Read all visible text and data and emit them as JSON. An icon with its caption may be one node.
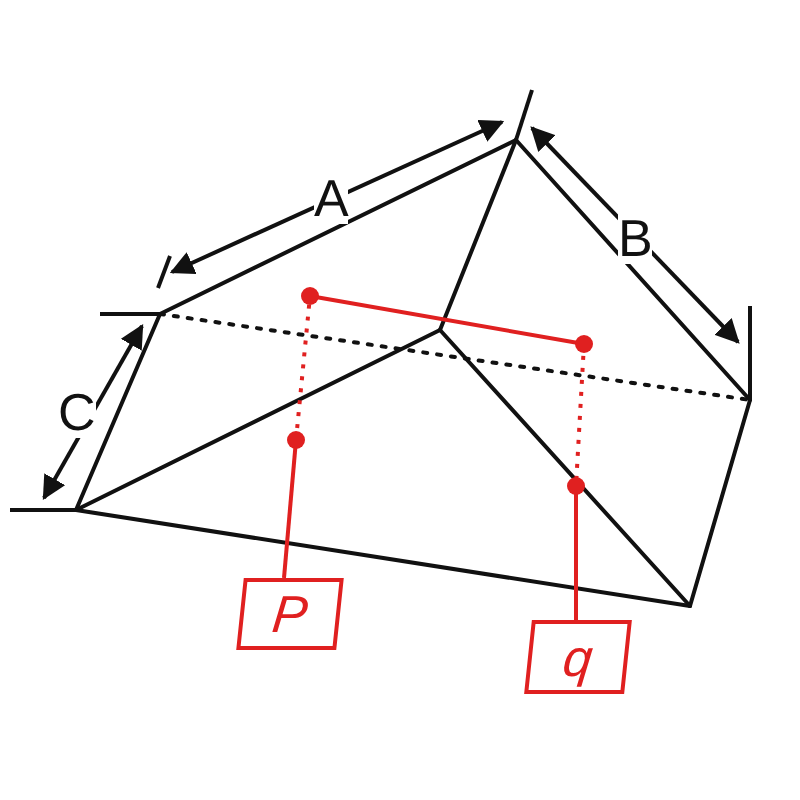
{
  "diagram": {
    "nodes": [
      {
        "text": [
          "P"
        ]
      },
      {
        "text": [
          "q"
        ]
      }
    ],
    "edges": [
      {
        "from": 0,
        "to": 1,
        "arrow": "none",
        "color": "#e02020"
      }
    ],
    "labels": [
      "A",
      "B",
      "C"
    ]
  }
}
